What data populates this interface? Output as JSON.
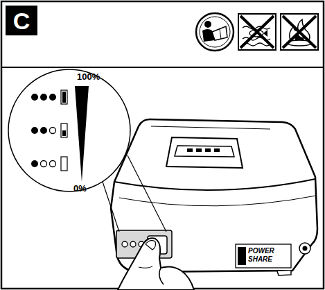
{
  "diagram": {
    "nodes": [
      {
        "text": [
          "C"
        ]
      }
    ],
    "labels": [
      "100%",
      "0%",
      "POWER SHARE"
    ]
  }
}
